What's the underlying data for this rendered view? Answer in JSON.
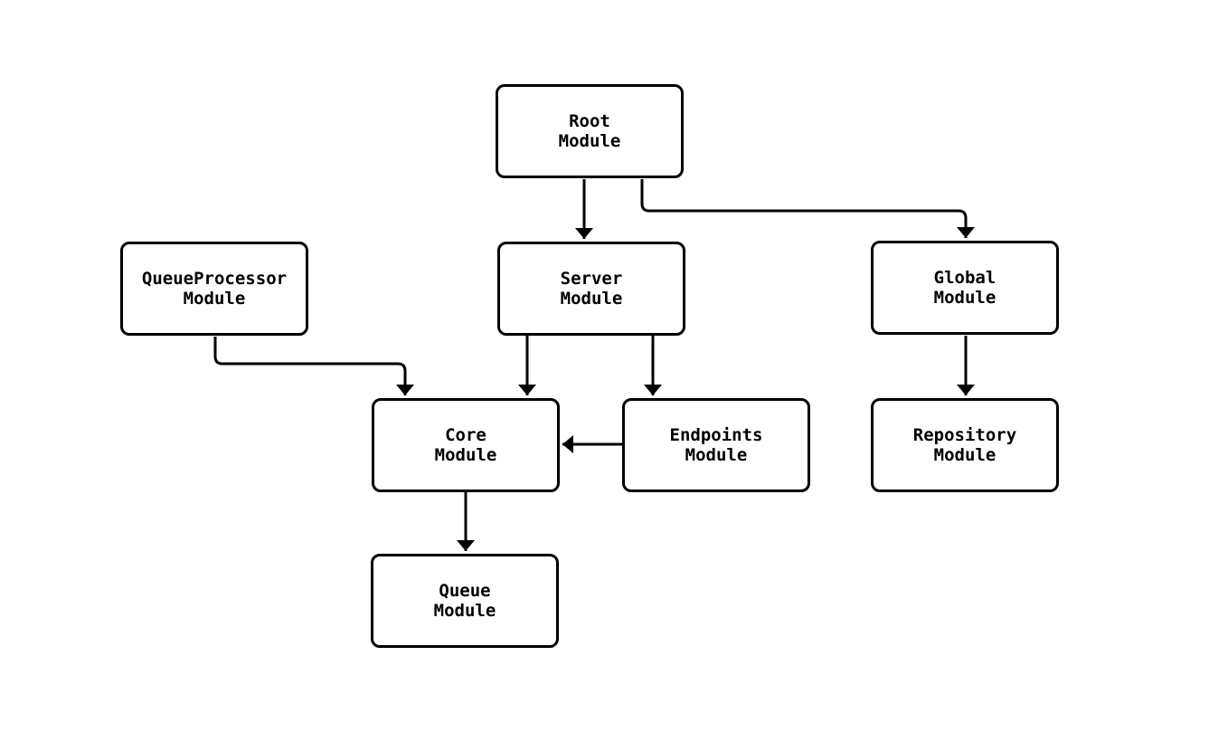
{
  "diagram": {
    "type": "module-dependency-graph",
    "colors": {
      "ink": "#000000",
      "background": "#ffffff"
    },
    "nodes": [
      {
        "id": "root",
        "label": "Root\nModule"
      },
      {
        "id": "server",
        "label": "Server\nModule"
      },
      {
        "id": "global",
        "label": "Global\nModule"
      },
      {
        "id": "queueprocessor",
        "label": "QueueProcessor\nModule"
      },
      {
        "id": "core",
        "label": "Core\nModule"
      },
      {
        "id": "endpoints",
        "label": "Endpoints\nModule"
      },
      {
        "id": "repository",
        "label": "Repository\nModule"
      },
      {
        "id": "queue",
        "label": "Queue\nModule"
      }
    ],
    "edges": [
      {
        "from": "Root Module",
        "to": "Server Module"
      },
      {
        "from": "Root Module",
        "to": "Global Module"
      },
      {
        "from": "QueueProcessor Module",
        "to": "Core Module"
      },
      {
        "from": "Server Module",
        "to": "Core Module"
      },
      {
        "from": "Server Module",
        "to": "Endpoints Module"
      },
      {
        "from": "Endpoints Module",
        "to": "Core Module"
      },
      {
        "from": "Global Module",
        "to": "Repository Module"
      },
      {
        "from": "Core Module",
        "to": "Queue Module"
      }
    ]
  }
}
